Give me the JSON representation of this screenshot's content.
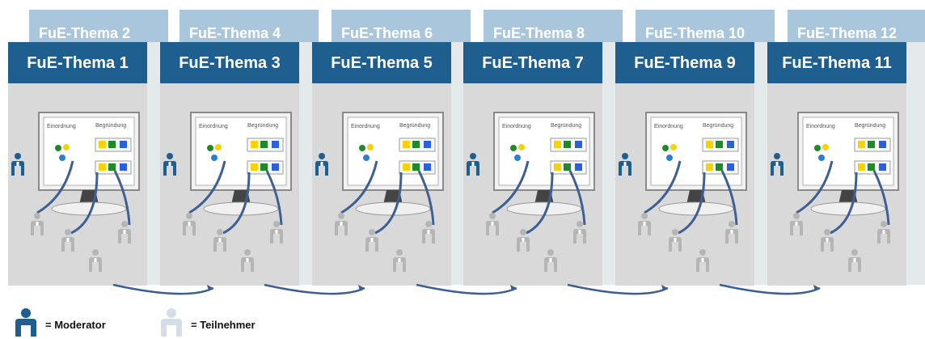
{
  "topics_back": [
    {
      "label": "FuE-Thema 2"
    },
    {
      "label": "FuE-Thema 4"
    },
    {
      "label": "FuE-Thema 6"
    },
    {
      "label": "FuE-Thema 8"
    },
    {
      "label": "FuE-Thema 10"
    },
    {
      "label": "FuE-Thema 12"
    }
  ],
  "topics_front": [
    {
      "label": "FuE-Thema 1"
    },
    {
      "label": "FuE-Thema 3"
    },
    {
      "label": "FuE-Thema 5"
    },
    {
      "label": "FuE-Thema 7"
    },
    {
      "label": "FuE-Thema 9"
    },
    {
      "label": "FuE-Thema 11"
    }
  ],
  "screen": {
    "left_header": "Einordnung",
    "right_header": "Begründung"
  },
  "legend": {
    "moderator": "= Moderator",
    "participant": "= Teilnehmer"
  },
  "colors": {
    "front_header": "#1f5f8f",
    "back_header": "#a9c6dc",
    "panel": "#d9d9d9",
    "moderator": "#1f5f8f",
    "participant": "#b5b5b5",
    "arrow": "#3d5f94"
  }
}
